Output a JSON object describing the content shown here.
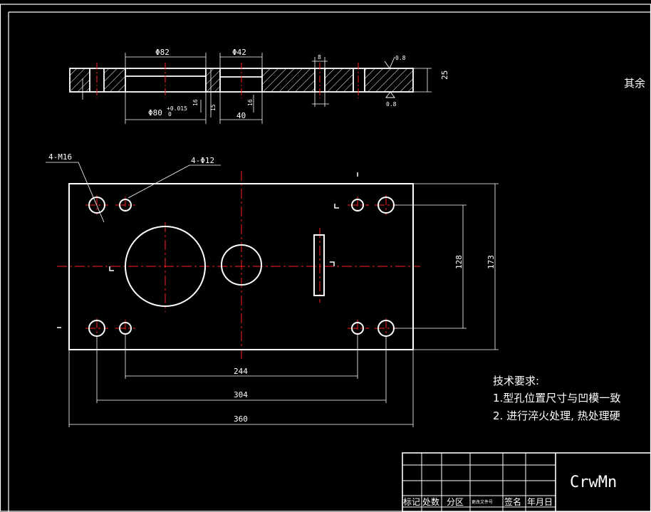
{
  "corner_note": "其余",
  "section_view": {
    "dims": {
      "d82": "Φ82",
      "d42": "Φ42",
      "d80": "Φ80",
      "d80_tol": "+0.015",
      "d80_tol_low": "0",
      "w8": "8",
      "h25": "25",
      "h15": "15",
      "w40": "40",
      "d16a": "16",
      "d16b": "16",
      "r08a": "0.8",
      "r08b": "0.8"
    }
  },
  "plan_view": {
    "callouts": {
      "m16": "4-M16",
      "d12": "4-Φ12"
    },
    "dims": {
      "w244": "244",
      "w304": "304",
      "w360": "360",
      "h128": "128",
      "h173": "173"
    }
  },
  "tech_requirements": {
    "title": "技术要求:",
    "items": [
      "1.型孔位置尺寸与凹模一致",
      "2. 进行淬火处理, 热处理硬"
    ]
  },
  "title_block": {
    "material": "CrwMn",
    "headers": [
      "标记",
      "处数",
      "分区",
      "更改文件号",
      "签名",
      "年月日"
    ]
  },
  "colors": {
    "line": "#ffffff",
    "centerline": "#ff2020",
    "background": "#000000"
  }
}
